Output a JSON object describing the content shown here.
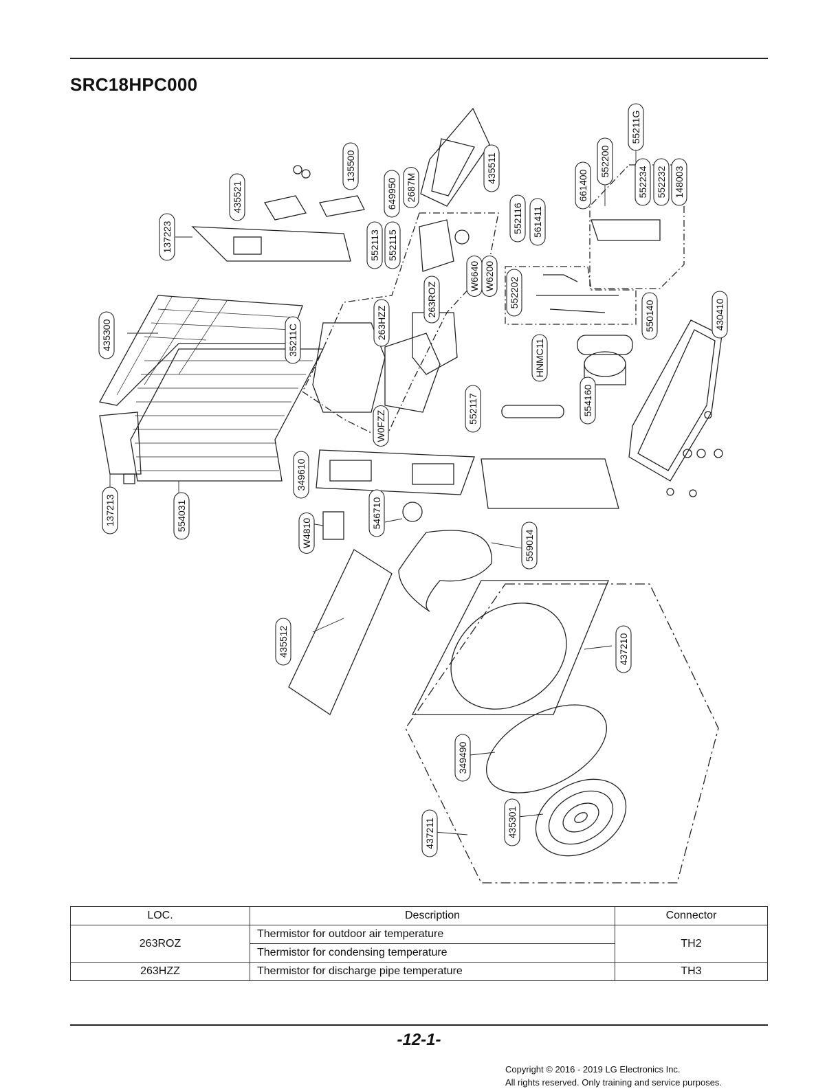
{
  "document": {
    "model": "SRC18HPC000",
    "callouts": [
      {
        "code": "55211G"
      },
      {
        "code": "552200"
      },
      {
        "code": "661400"
      },
      {
        "code": "552234"
      },
      {
        "code": "552232"
      },
      {
        "code": "148003"
      },
      {
        "code": "135500"
      },
      {
        "code": "435521"
      },
      {
        "code": "435511"
      },
      {
        "code": "649950"
      },
      {
        "code": "2687M"
      },
      {
        "code": "552116"
      },
      {
        "code": "561411"
      },
      {
        "code": "137223"
      },
      {
        "code": "552113"
      },
      {
        "code": "552115"
      },
      {
        "code": "W6640"
      },
      {
        "code": "W6200"
      },
      {
        "code": "552202"
      },
      {
        "code": "263ROZ"
      },
      {
        "code": "263HZZ"
      },
      {
        "code": "435300"
      },
      {
        "code": "35211C"
      },
      {
        "code": "550140"
      },
      {
        "code": "430410"
      },
      {
        "code": "HNMC11"
      },
      {
        "code": "554160"
      },
      {
        "code": "552117"
      },
      {
        "code": "W0FZZ"
      },
      {
        "code": "137213"
      },
      {
        "code": "554031"
      },
      {
        "code": "349610"
      },
      {
        "code": "W4810"
      },
      {
        "code": "546710"
      },
      {
        "code": "559014"
      },
      {
        "code": "435512"
      },
      {
        "code": "437210"
      },
      {
        "code": "349490"
      },
      {
        "code": "435301"
      },
      {
        "code": "437211"
      }
    ]
  },
  "table": {
    "headers": {
      "loc": "LOC.",
      "description": "Description",
      "connector": "Connector"
    },
    "rows": [
      {
        "loc": "263ROZ",
        "desc1": "Thermistor for outdoor air temperature",
        "desc2": "Thermistor for condensing temperature",
        "connector": "TH2"
      },
      {
        "loc": "263HZZ",
        "desc1": "Thermistor for discharge pipe temperature",
        "connector": "TH3"
      }
    ]
  },
  "footer": {
    "page_number": "-12-1-",
    "copyright_line1": "Copyright © 2016 - 2019 LG Electronics Inc.",
    "copyright_line2": "All rights reserved. Only training and service purposes."
  }
}
